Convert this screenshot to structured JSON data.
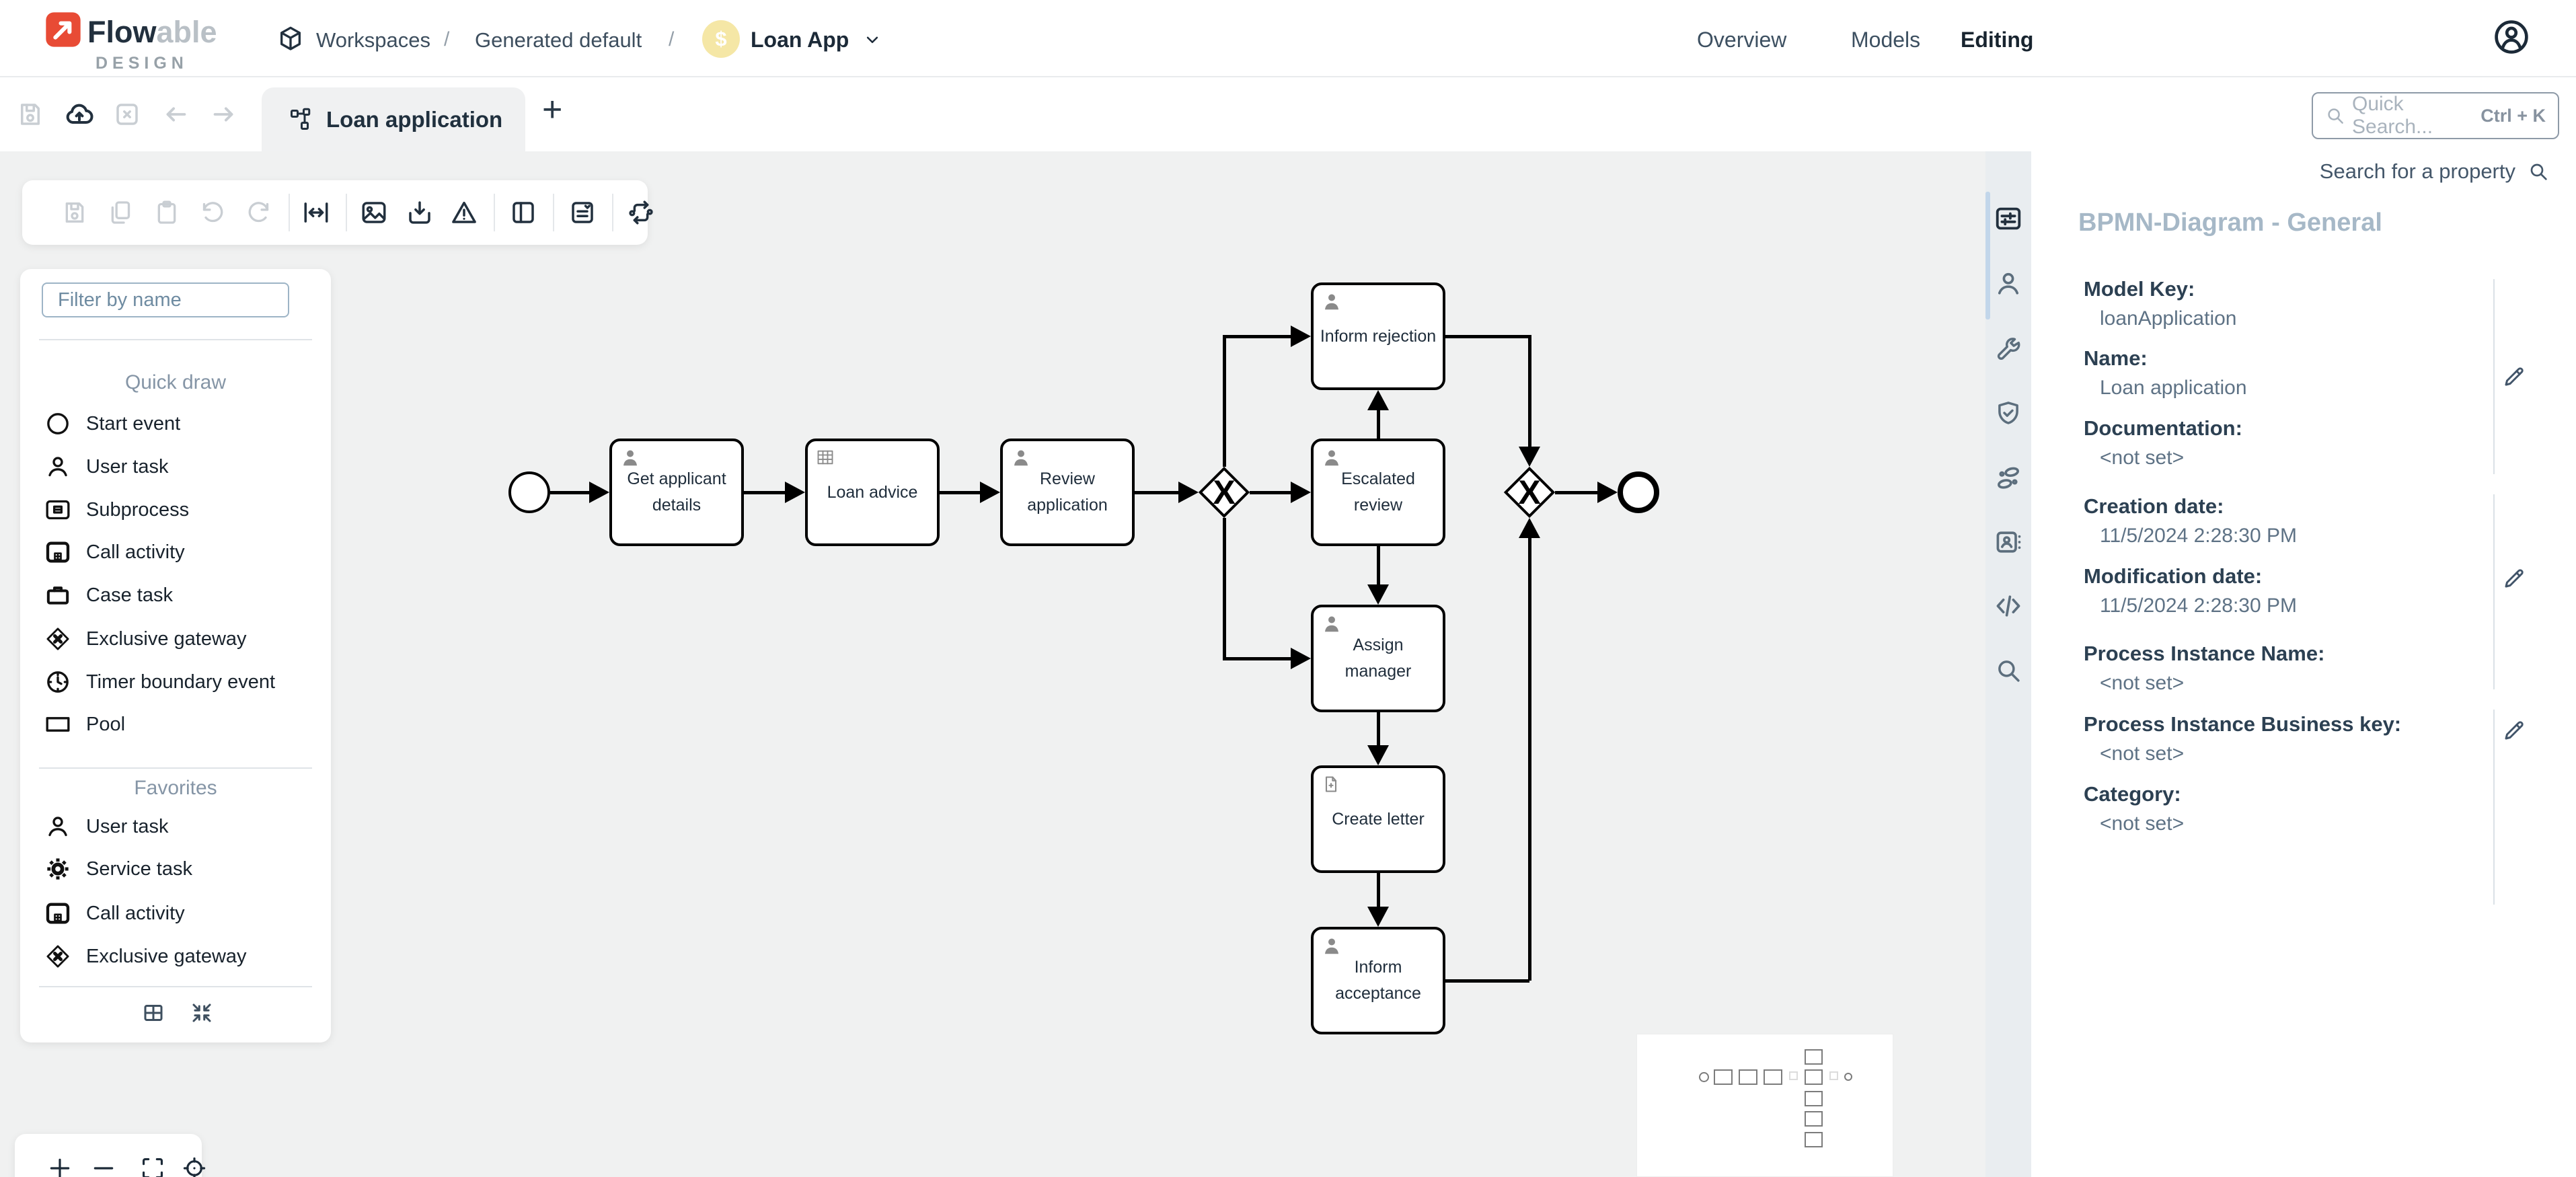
{
  "header": {
    "brand": {
      "name_bold": "Flow",
      "name_light": "able",
      "product": "DESIGN"
    },
    "breadcrumb": {
      "root": "Workspaces",
      "sep1": "/",
      "workspace": "Generated default",
      "sep2": "/",
      "app_badge": "$",
      "app": "Loan App"
    },
    "nav": {
      "overview": "Overview",
      "models": "Models",
      "editing": "Editing"
    }
  },
  "tabbar": {
    "tab": "Loan application",
    "add": "+"
  },
  "search": {
    "quick_placeholder": "Quick Search...",
    "quick_shortcut": "Ctrl + K"
  },
  "palette": {
    "filter_placeholder": "Filter by name",
    "quick_draw": {
      "title": "Quick draw",
      "items": [
        {
          "icon": "start-event-icon",
          "label": "Start event"
        },
        {
          "icon": "user-task-icon",
          "label": "User task"
        },
        {
          "icon": "subprocess-icon",
          "label": "Subprocess"
        },
        {
          "icon": "call-activity-icon",
          "label": "Call activity"
        },
        {
          "icon": "case-task-icon",
          "label": "Case task"
        },
        {
          "icon": "exclusive-gateway-icon",
          "label": "Exclusive gateway"
        },
        {
          "icon": "timer-boundary-event-icon",
          "label": "Timer boundary event"
        },
        {
          "icon": "pool-icon",
          "label": "Pool"
        }
      ]
    },
    "favorites": {
      "title": "Favorites",
      "items": [
        {
          "icon": "user-task-icon",
          "label": "User task"
        },
        {
          "icon": "service-task-icon",
          "label": "Service task"
        },
        {
          "icon": "call-activity-icon",
          "label": "Call activity"
        },
        {
          "icon": "exclusive-gateway-icon",
          "label": "Exclusive gateway"
        }
      ]
    },
    "footer_icons": [
      "grid-view-icon",
      "collapse-panel-icon"
    ]
  },
  "canvas_toolbar": {
    "icons": [
      "save",
      "copy",
      "paste",
      "undo",
      "redo",
      "fit-width",
      "image-export",
      "download",
      "validation-warning",
      "panel-layout",
      "form-editor",
      "swap-flows"
    ]
  },
  "diagram": {
    "gateway_symbol": "X",
    "tasks": [
      {
        "type": "user-task",
        "label": "Get applicant details"
      },
      {
        "type": "business-rule-task",
        "label": "Loan advice"
      },
      {
        "type": "user-task",
        "label": "Review application"
      },
      {
        "type": "user-task",
        "label": "Inform rejection"
      },
      {
        "type": "user-task",
        "label": "Escalated review"
      },
      {
        "type": "user-task",
        "label": "Assign manager"
      },
      {
        "type": "document-task",
        "label": "Create letter"
      },
      {
        "type": "user-task",
        "label": "Inform acceptance"
      }
    ],
    "events": [
      {
        "type": "start-event"
      },
      {
        "type": "end-event"
      }
    ],
    "gateways": [
      {
        "type": "exclusive-gateway-split"
      },
      {
        "type": "exclusive-gateway-merge"
      }
    ],
    "flow": "start > Get applicant details > Loan advice > Review application > split(X) > [Inform rejection | Escalated review | Assign manager] ; Escalated review > Inform rejection ; Escalated review > Assign manager > Create letter > Inform acceptance ; Inform rejection & Inform acceptance > merge(X) > end"
  },
  "right_toolbar": {
    "icons": [
      "attributes-panel",
      "assignment-person",
      "tools-wrench",
      "validation-shield",
      "process-footprints",
      "identity-card",
      "code-view",
      "search"
    ]
  },
  "properties": {
    "search_label": "Search for a property",
    "title": "BPMN-Diagram - General",
    "fields": [
      {
        "label": "Model Key:",
        "value": "loanApplication"
      },
      {
        "label": "Name:",
        "value": "Loan application"
      },
      {
        "label": "Documentation:",
        "value": "<not set>"
      },
      {
        "label": "Creation date:",
        "value": "11/5/2024 2:28:30 PM"
      },
      {
        "label": "Modification date:",
        "value": "11/5/2024 2:28:30 PM"
      },
      {
        "label": "Process Instance Name:",
        "value": "<not set>"
      },
      {
        "label": "Process Instance Business key:",
        "value": "<not set>"
      },
      {
        "label": "Category:",
        "value": "<not set>"
      }
    ]
  },
  "zoom_controls": {
    "icons": [
      "zoom-in",
      "zoom-out",
      "fit-screen",
      "center-target"
    ]
  },
  "colors": {
    "brand_red": "#e84b35",
    "accent_yellow": "#f5e7a6",
    "canvas": "#f0f1f1",
    "ink": "#1f2d3b",
    "muted": "#5e7285",
    "disabled": "#c9ced3",
    "strip": "#e9edf0"
  }
}
